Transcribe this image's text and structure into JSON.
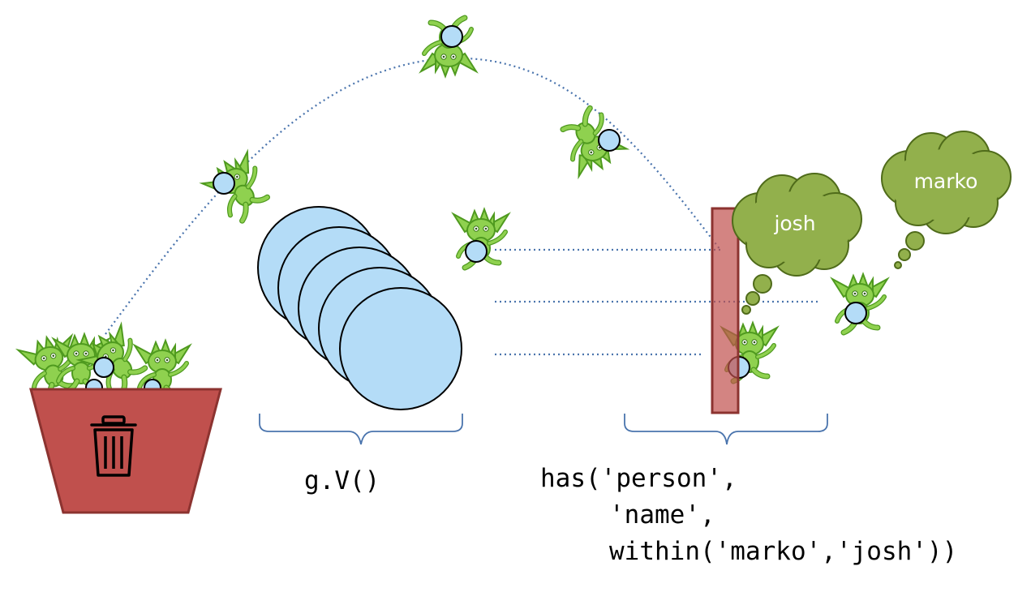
{
  "colors": {
    "traverser_fill": "#b4dcf7",
    "path_stroke": "#4a74ad",
    "gremlin_green": "#8fd14f",
    "gremlin_dark": "#4f9a1f",
    "bin_red": "#c0504d",
    "filter_bar": "#d98986",
    "thought_green": "#92b04c"
  },
  "steps": [
    {
      "code": "g.V()"
    },
    {
      "code": [
        "has('person',",
        "'name',",
        "within('marko','josh'))"
      ]
    }
  ],
  "thoughts": [
    {
      "text": "josh"
    },
    {
      "text": "marko"
    }
  ],
  "icons": {
    "bin": "trash-icon",
    "gremlin": "gremlin-icon",
    "traverser": "traverser-icon"
  }
}
